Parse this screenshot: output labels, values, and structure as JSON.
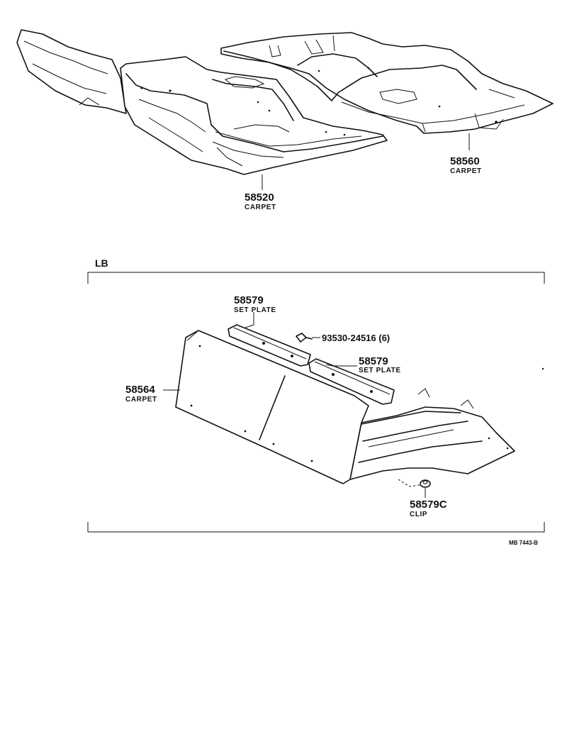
{
  "parts": {
    "carpet_front": {
      "number": "58520",
      "name": "CARPET"
    },
    "carpet_rear": {
      "number": "58560",
      "name": "CARPET"
    },
    "carpet_lb": {
      "number": "58564",
      "name": "CARPET"
    },
    "set_plate_upper": {
      "number": "58579",
      "name": "SET PLATE"
    },
    "set_plate_lower": {
      "number": "58579",
      "name": "SET PLATE"
    },
    "bolt": {
      "number": "93530-24516 (6)"
    },
    "clip": {
      "number": "58579C",
      "name": "CLIP"
    }
  },
  "section": {
    "label": "LB"
  },
  "figure_code": "MB  7443-B"
}
